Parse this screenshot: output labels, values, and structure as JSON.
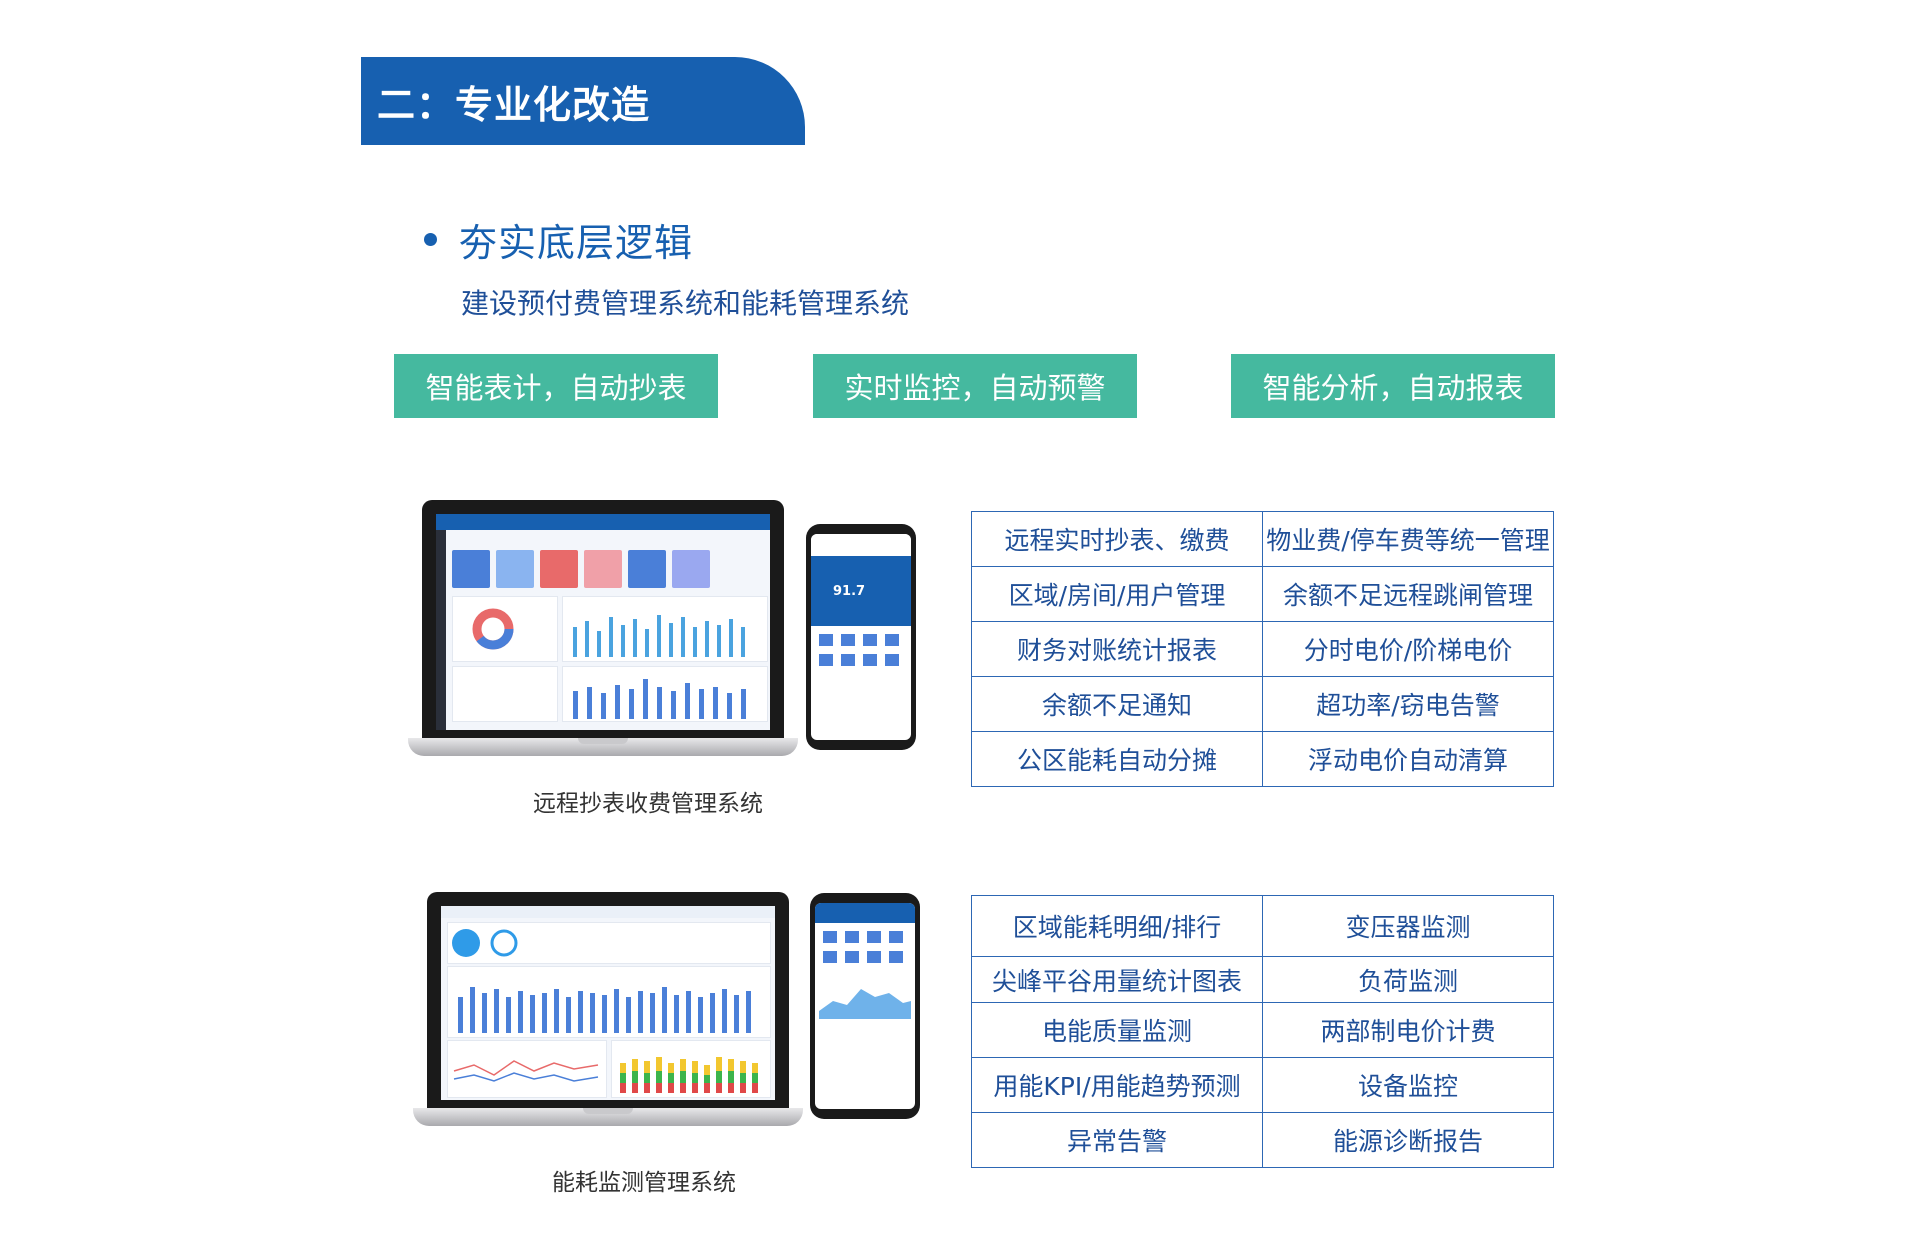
{
  "banner": {
    "title": "二：专业化改造"
  },
  "section": {
    "heading": "夯实底层逻辑",
    "subheading": "建设预付费管理系统和能耗管理系统"
  },
  "tags": [
    "智能表计，自动抄表",
    "实时监控，自动预警",
    "智能分析，自动报表"
  ],
  "system1": {
    "caption": "远程抄表收费管理系统",
    "features": [
      [
        "远程实时抄表、缴费",
        "物业费/停车费等统一管理"
      ],
      [
        "区域/房间/用户管理",
        "余额不足远程跳闸管理"
      ],
      [
        "财务对账统计报表",
        "分时电价/阶梯电价"
      ],
      [
        "余额不足通知",
        "超功率/窃电告警"
      ],
      [
        "公区能耗自动分摊",
        "浮动电价自动清算"
      ]
    ],
    "phone_value": "91.7"
  },
  "system2": {
    "caption": "能耗监测管理系统",
    "features": [
      [
        "区域能耗明细/排行",
        "变压器监测"
      ],
      [
        "尖峰平谷用量统计图表",
        "负荷监测"
      ],
      [
        "电能质量监测",
        "两部制电价计费"
      ],
      [
        "用能KPI/用能趋势预测",
        "设备监控"
      ],
      [
        "异常告警",
        "能源诊断报告"
      ]
    ]
  },
  "colors": {
    "brand_blue": "#1760b0",
    "tag_green": "#45b99f",
    "table_border": "#2d67b4"
  }
}
